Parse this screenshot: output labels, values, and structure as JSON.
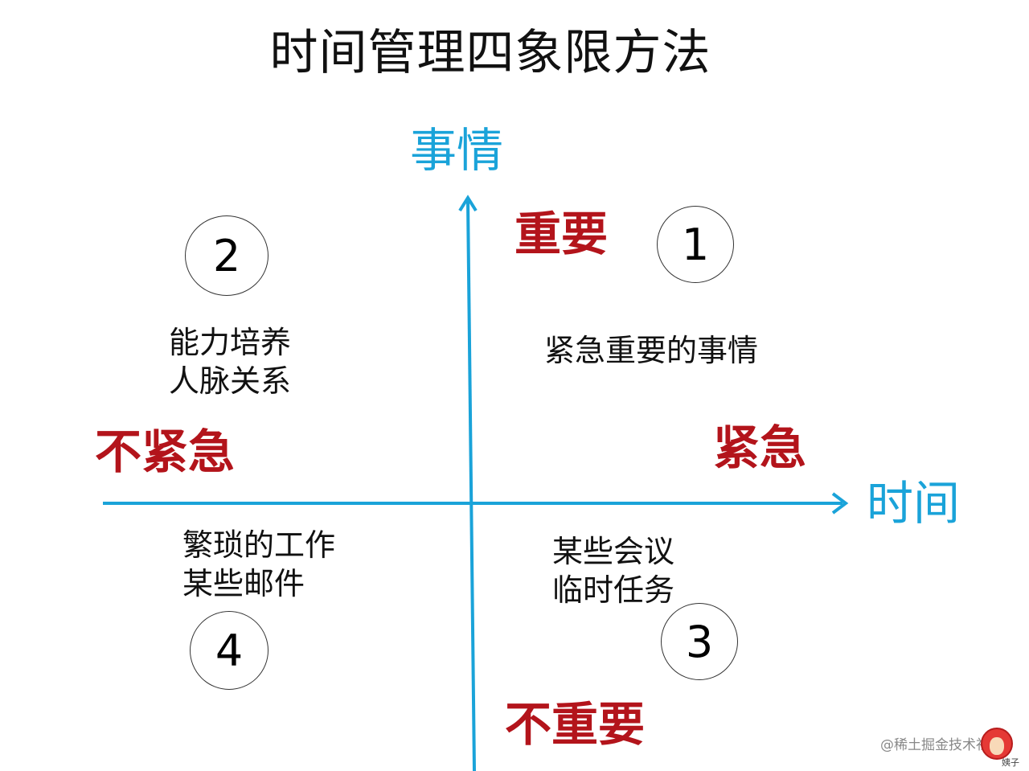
{
  "title": "时间管理四象限方法",
  "axes": {
    "y_label": "事情",
    "x_label": "时间",
    "color": "#1aa3d9"
  },
  "dimensions": {
    "important": "重要",
    "not_important": "不重要",
    "urgent": "紧急",
    "not_urgent": "不紧急",
    "color": "#b3141b"
  },
  "quadrants": [
    {
      "number": "1",
      "lines": [
        "紧急重要的事情"
      ]
    },
    {
      "number": "2",
      "lines": [
        "能力培养",
        "人脉关系"
      ]
    },
    {
      "number": "3",
      "lines": [
        "某些会议",
        "临时任务"
      ]
    },
    {
      "number": "4",
      "lines": [
        "繁琐的工作",
        "某些邮件"
      ]
    }
  ],
  "watermark": {
    "text": "@稀土掘金技术社区",
    "avatar_label": "姨子"
  }
}
